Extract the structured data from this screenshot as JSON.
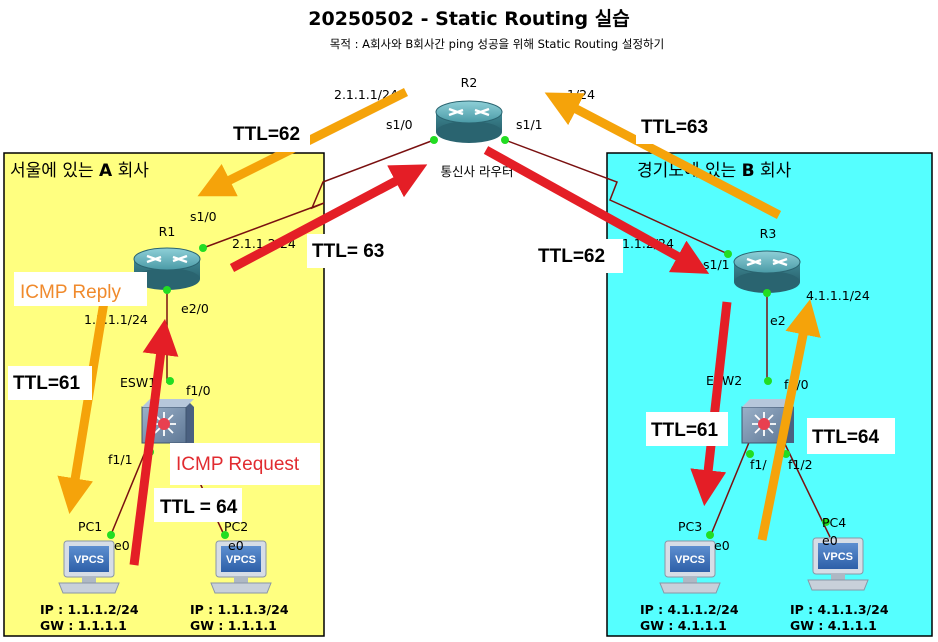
{
  "title": "20250502 - Static Routing 실습",
  "subtitle": "목적 : A회사와 B회사간 ping 성공을 위해 Static Routing 설정하기",
  "zones": {
    "a": {
      "label_prefix": "서울에 있는 ",
      "label_bold": "A",
      "label_suffix": " 회사",
      "color": "#ffff80"
    },
    "b": {
      "label_prefix": "경기도에 있는 ",
      "label_bold": "B",
      "label_suffix": " 회사",
      "color": "#55ffff"
    }
  },
  "devices": {
    "r1": {
      "name": "R1"
    },
    "r2": {
      "name": "R2",
      "caption": "통신사 라우터"
    },
    "r3": {
      "name": "R3"
    },
    "esw1": {
      "name": "ESW1"
    },
    "esw2": {
      "name": "ESW2"
    },
    "pc1": {
      "name": "PC1",
      "ip": "IP : 1.1.1.2/24",
      "gw": "GW : 1.1.1.1"
    },
    "pc2": {
      "name": "PC2",
      "ip": "IP : 1.1.1.3/24",
      "gw": "GW : 1.1.1.1"
    },
    "pc3": {
      "name": "PC3",
      "ip": "IP : 4.1.1.2/24",
      "gw": "GW : 4.1.1.1"
    },
    "pc4": {
      "name": "PC4",
      "ip": "IP : 4.1.1.3/24",
      "gw": "GW : 4.1.1.1"
    },
    "vpcs_label": "VPCS"
  },
  "interfaces": {
    "r1_s10": "s1/0",
    "r1_e20": "e2/0",
    "r2_s10": "s1/0",
    "r2_s11": "s1/1",
    "r3_s11": "s1/1",
    "r3_e2": "e2",
    "esw1_f10": "f1/0",
    "esw1_f11": "f1/1",
    "esw2_f10": "f1/0",
    "esw2_f1": "f1/",
    "esw2_f12": "f1/2",
    "pc1_e0": "e0",
    "pc2_e0": "e0",
    "pc3_e0": "e0",
    "pc4_e0": "e0"
  },
  "addresses": {
    "r2_left": "2.1.1.1/24",
    "r2_right": ".1/24",
    "r1_wan": "2.1.1.2/24",
    "r1_lan": "1.1.1.1/24",
    "r3_wan": "1.1.2/24",
    "r3_lan": "4.1.1.1/24"
  },
  "annotations": {
    "icmp_reply": "ICMP Reply",
    "icmp_request": "ICMP Request",
    "ttl_62_top": "TTL=62",
    "ttl_63_mid": "TTL= 63",
    "ttl_62_mid": "TTL=62",
    "ttl_63_top": "TTL=63",
    "ttl_61_left": "TTL=61",
    "ttl_64_left": "TTL = 64",
    "ttl_61_right": "TTL=61",
    "ttl_64_right": "TTL=64"
  },
  "colors": {
    "request_arrow": "#e41e26",
    "reply_arrow": "#f5a30a",
    "link_line": "#7a1010",
    "port_dot": "#22dd22",
    "router_body": "#3b7f8a"
  }
}
